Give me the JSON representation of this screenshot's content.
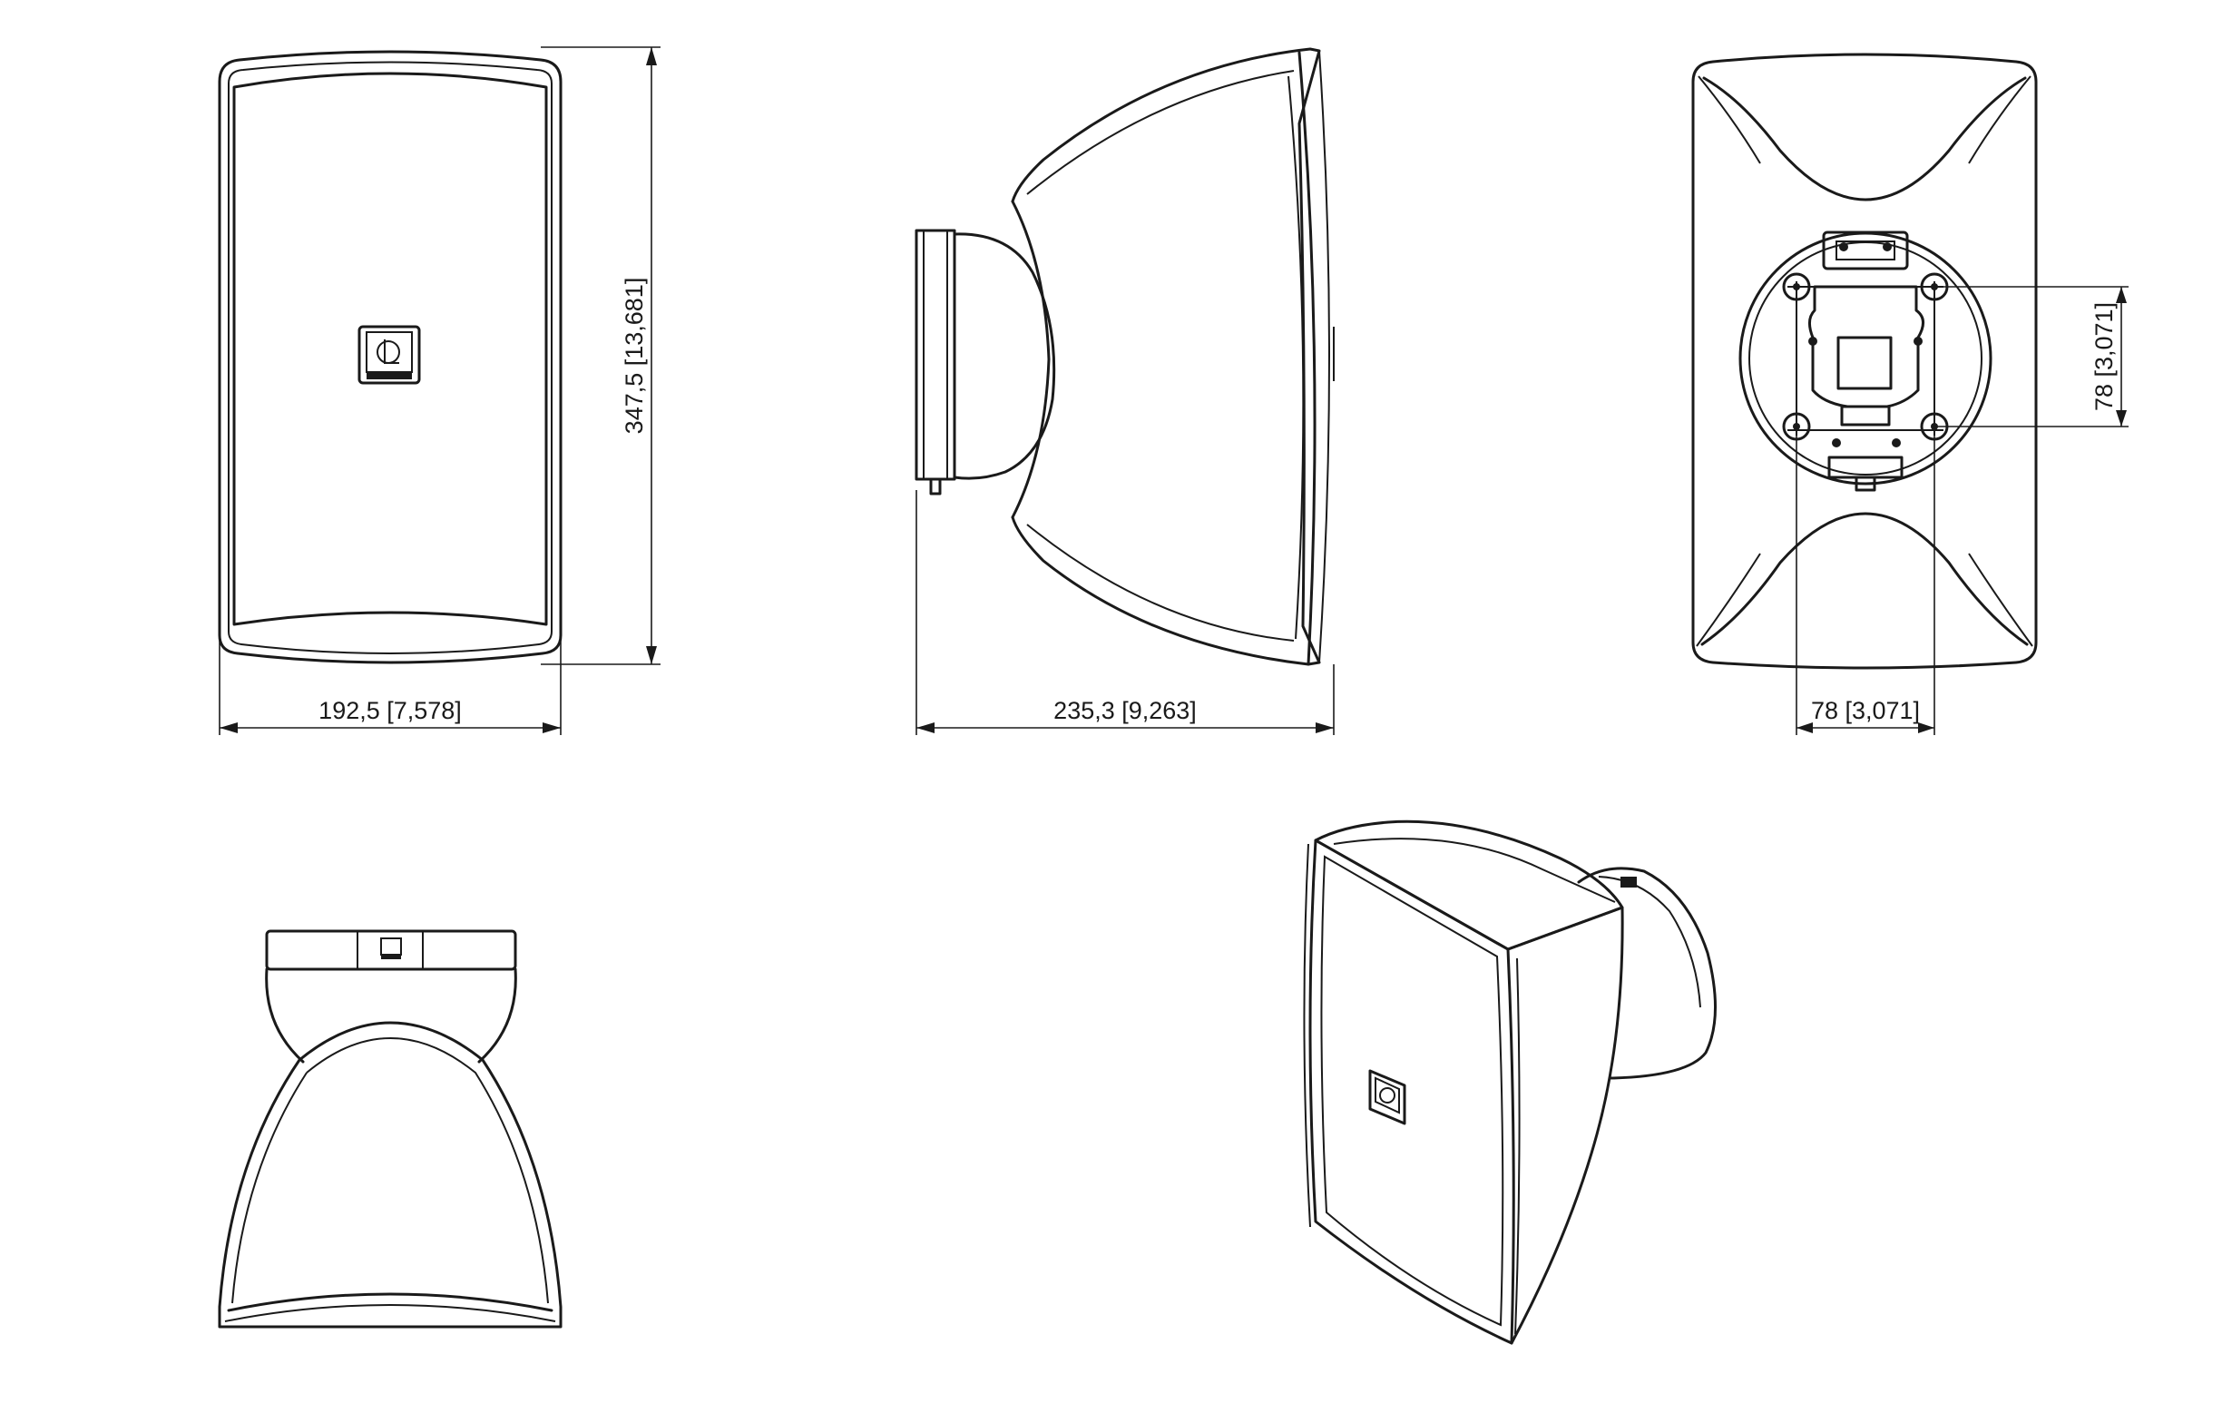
{
  "dimensions": {
    "front_width": "192,5 [7,578]",
    "front_height": "347,5 [13,681]",
    "side_depth": "235,3 [9,263]",
    "rear_hole_spacing_h": "78 [3,071]",
    "rear_hole_spacing_v": "78 [3,071]"
  },
  "views": [
    "front-view",
    "side-view",
    "rear-view",
    "top-view",
    "isometric-view"
  ],
  "colors": {
    "line": "#1a1a1a",
    "background": "#ffffff"
  }
}
